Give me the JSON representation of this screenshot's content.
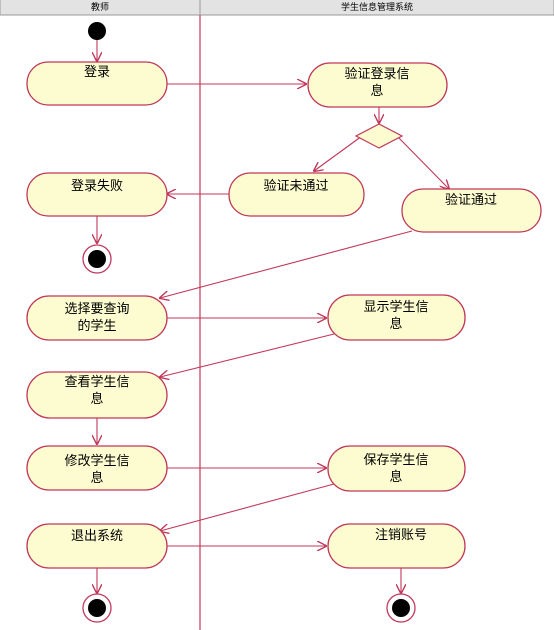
{
  "swimlanes": {
    "left_title": "教师",
    "right_title": "学生信息管理系统"
  },
  "activities": {
    "login": [
      "登录"
    ],
    "verify_login": [
      "验证登录信",
      "息"
    ],
    "login_failed": [
      "登录失败"
    ],
    "verify_fail": [
      "验证未通过"
    ],
    "verify_pass": [
      "验证通过"
    ],
    "select_student": [
      "选择要查询",
      "的学生"
    ],
    "show_info": [
      "显示学生信",
      "息"
    ],
    "view_info": [
      "查看学生信",
      "息"
    ],
    "edit_info": [
      "修改学生信",
      "息"
    ],
    "save_info": [
      "保存学生信",
      "息"
    ],
    "logout": [
      "退出系统"
    ],
    "cancel_account": [
      "注销账号"
    ]
  },
  "colors": {
    "activity_fill": "#fdfcd0",
    "line": "#c0385a",
    "node": "#000000"
  }
}
